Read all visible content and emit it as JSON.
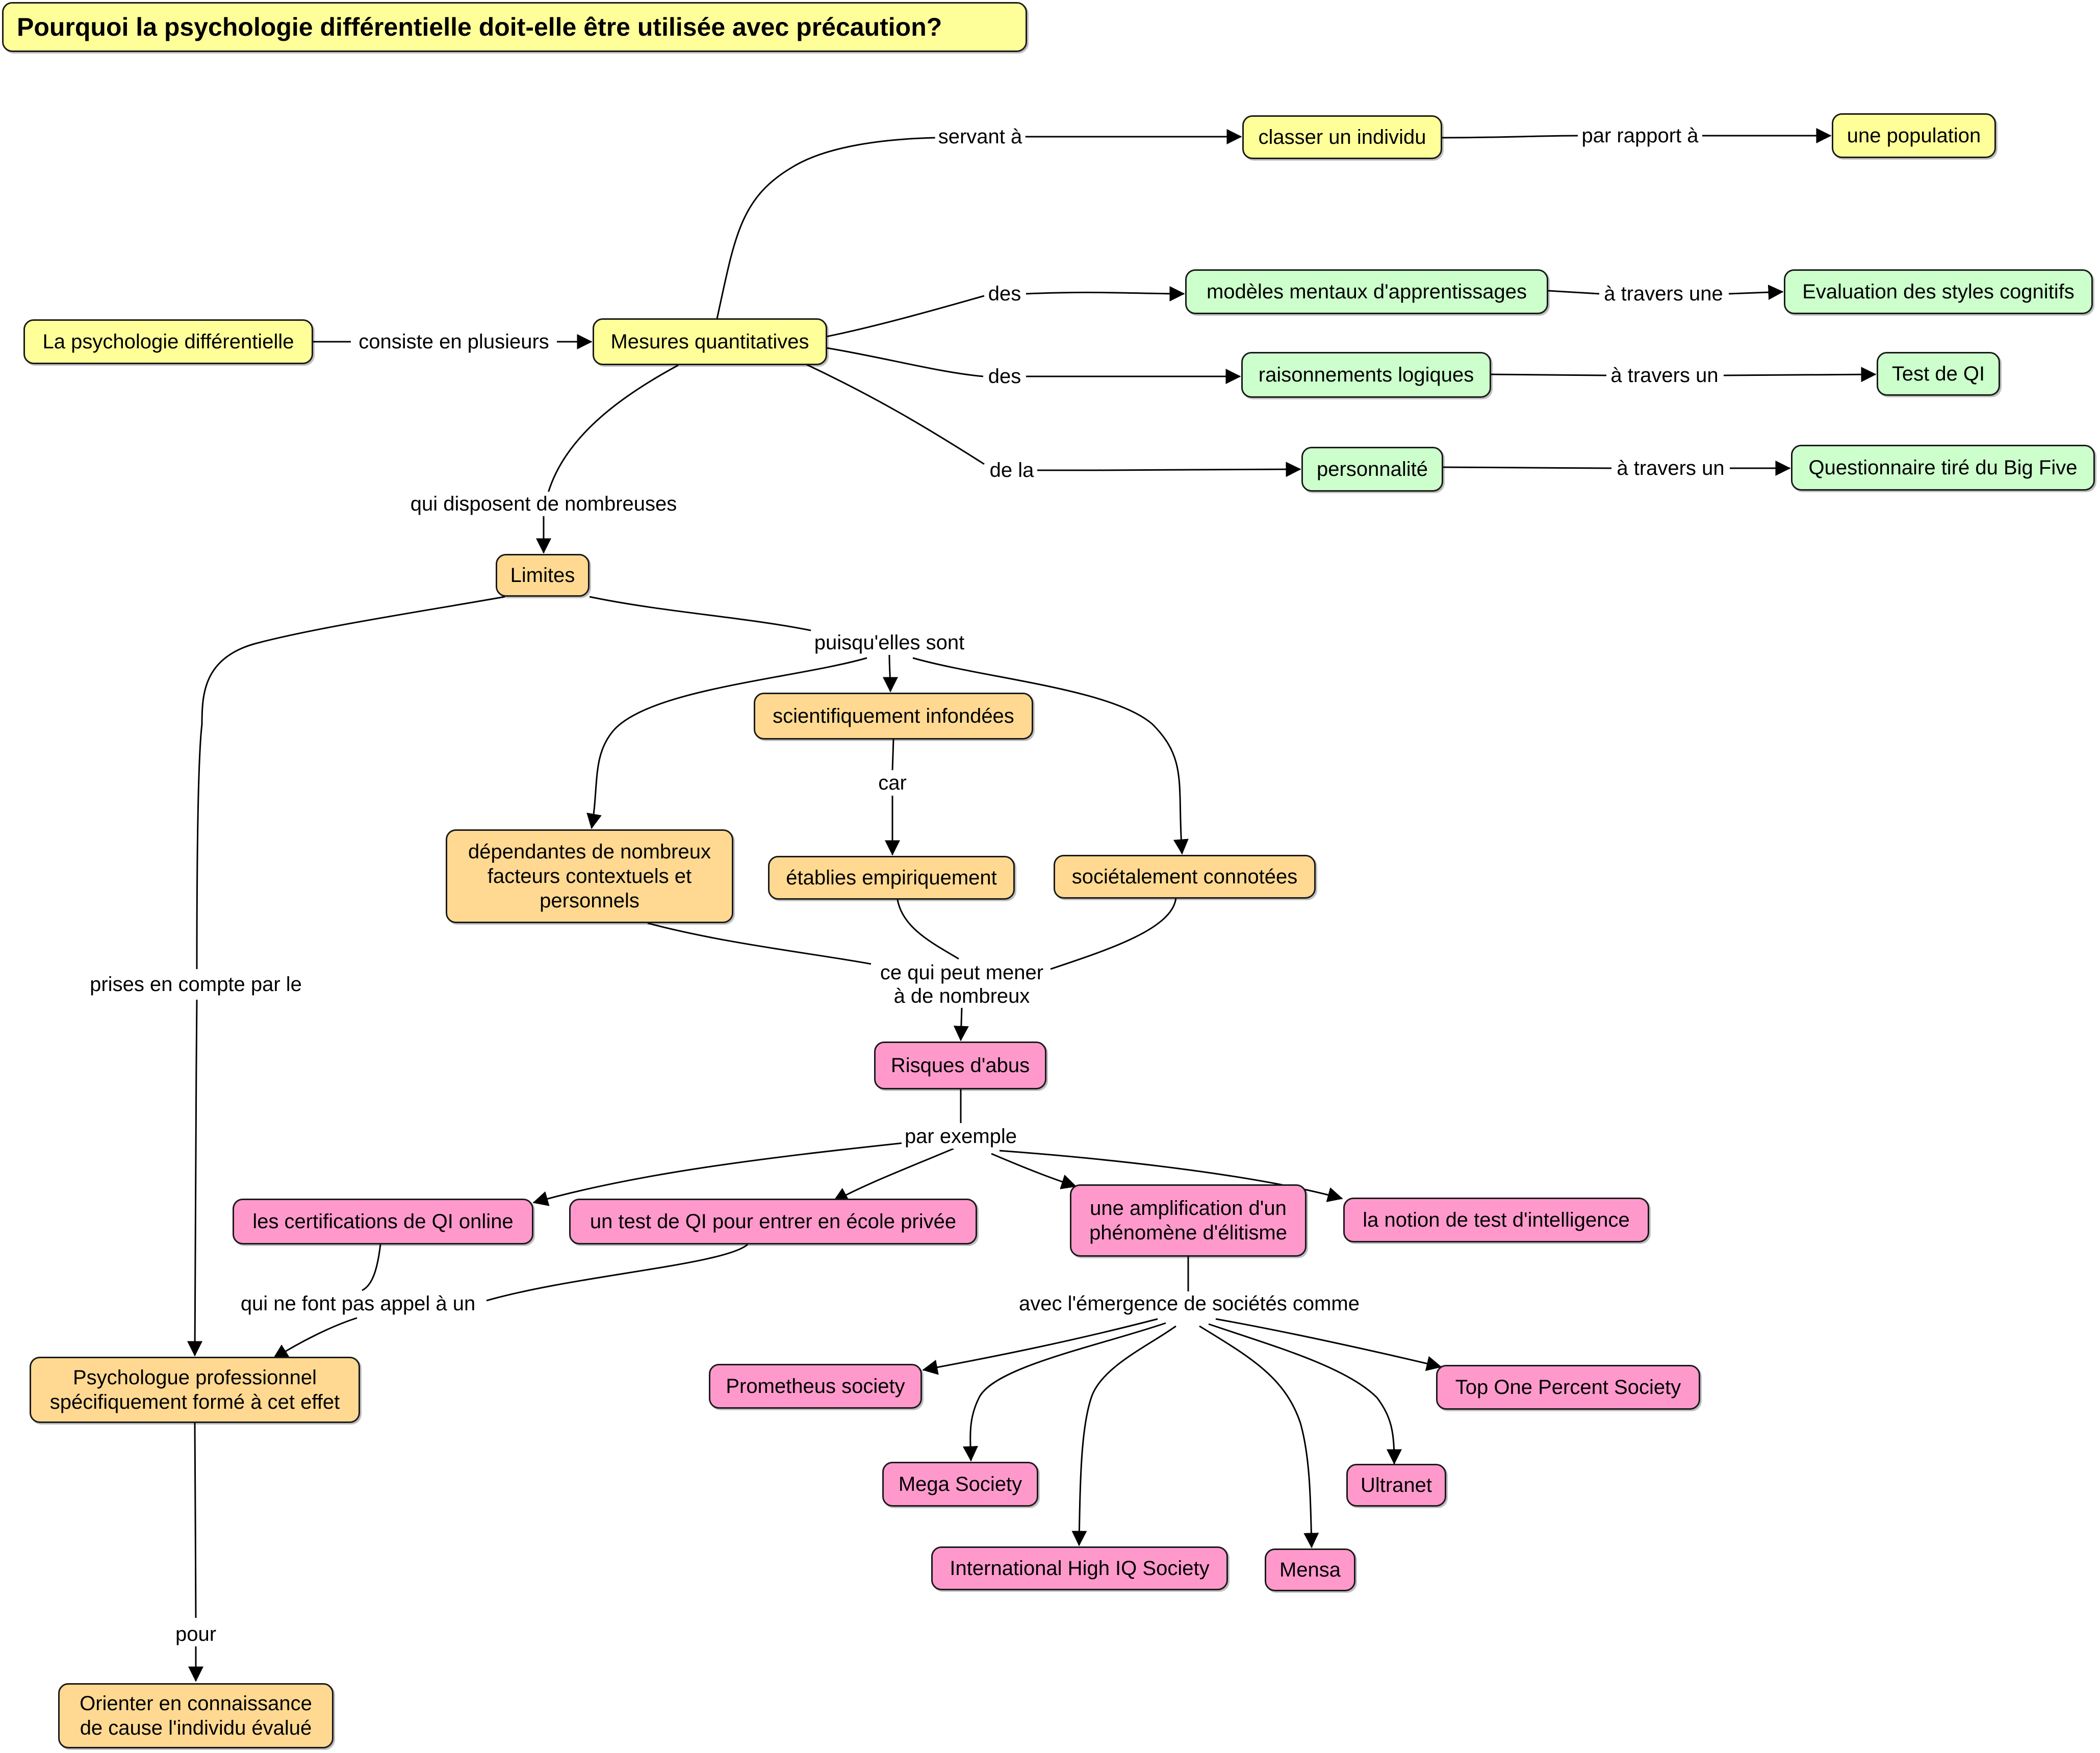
{
  "title": "Pourquoi la psychologie différentielle doit-elle être utilisée avec précaution?",
  "nodes": {
    "psycho": "La psychologie différentielle",
    "mesures": "Mesures quantitatives",
    "classer": "classer un individu",
    "population": "une population",
    "modeles": "modèles mentaux d'apprentissages",
    "evaluation": "Evaluation des styles cognitifs",
    "raisonnements": "raisonnements logiques",
    "testqi": "Test de QI",
    "personnalite": "personnalité",
    "bigfive": "Questionnaire tiré du Big Five",
    "limites": "Limites",
    "scientif": "scientifiquement infondées",
    "dependantes": "dépendantes de nombreux\nfacteurs contextuels et\npersonnels",
    "etablies": "établies empiriquement",
    "societal": "sociétalement connotées",
    "risques": "Risques d'abus",
    "certif": "les certifications de QI online",
    "ecole": "un test de QI pour entrer en école privée",
    "elitisme": "une amplification d'un\nphénomène d'élitisme",
    "notion": "la notion de test d'intelligence",
    "prometheus": "Prometheus society",
    "topone": "Top One Percent Society",
    "mega": "Mega Society",
    "ultranet": "Ultranet",
    "ihiqs": "International High IQ Society",
    "mensa": "Mensa",
    "psychologue": "Psychologue professionnel\nspécifiquement formé à cet effet",
    "orienter": "Orienter en connaissance\nde cause l'individu évalué"
  },
  "links": {
    "consiste": "consiste en plusieurs",
    "servant": "servant à",
    "rapport": "par rapport à",
    "des1": "des",
    "traversune": "à travers une",
    "des2": "des",
    "traversun1": "à travers un",
    "dela": "de la",
    "traversun2": "à travers un",
    "disposent": "qui disposent de nombreuses",
    "puisque": "puisqu'elles sont",
    "car": "car",
    "mener": "ce qui peut mener\nà de nombreux",
    "exemple": "par exemple",
    "emergence": "avec l'émergence de sociétés comme",
    "appel": "qui ne font pas appel à un",
    "prises": "prises en compte par le",
    "pour": "pour"
  },
  "colors": {
    "yellow": "#ffff99",
    "green": "#ccffcc",
    "orange": "#ffd991",
    "pink": "#ff99cc",
    "stroke": "#1a1a1a"
  }
}
